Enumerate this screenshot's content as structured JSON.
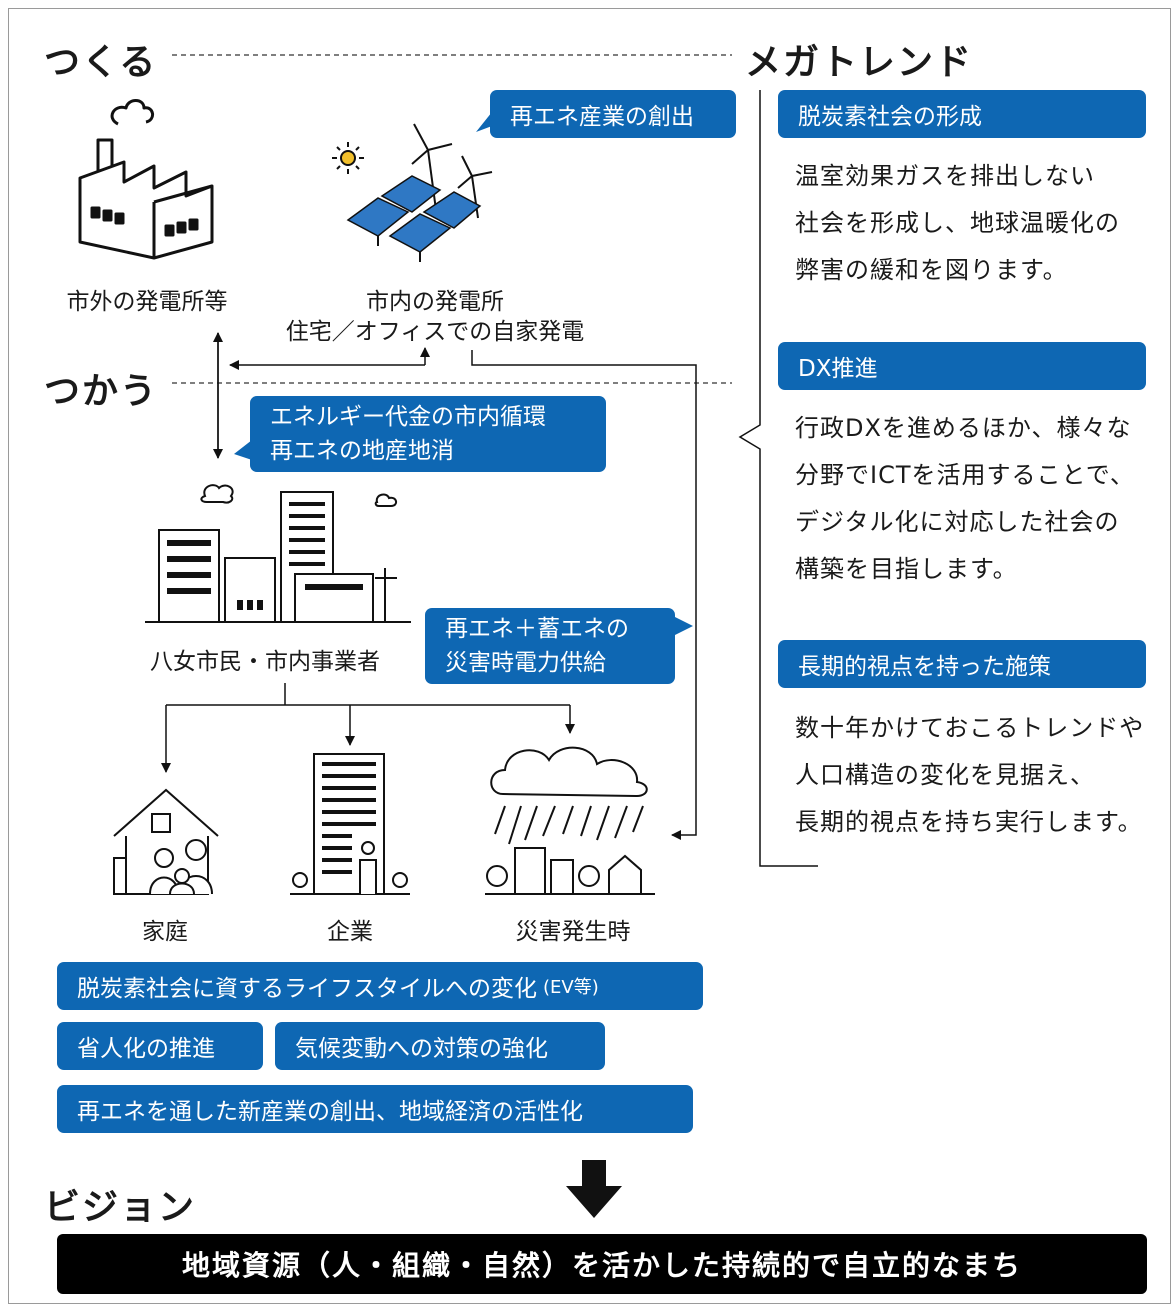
{
  "headings": {
    "tsukuru": "つくる",
    "megatrend": "メガトレンド",
    "tsukau": "つかう",
    "vision": "ビジョン"
  },
  "create": {
    "callout": "再エネ産業の創出",
    "outside_plant": "市外の発電所等",
    "city_plant": "市内の発電所",
    "self_generation": "住宅／オフィスでの自家発電"
  },
  "use": {
    "callout_circulation": [
      "エネルギー代金の市内循環",
      "再エネの地産地消"
    ],
    "citizens": "八女市民・市内事業者",
    "callout_storage": [
      "再エネ＋蓄エネの",
      "災害時電力供給"
    ],
    "home": "家庭",
    "company": "企業",
    "disaster": "災害発生時"
  },
  "outcomes": {
    "lifestyle": "脱炭素社会に資するライフスタイルへの変化",
    "lifestyle_note": "(EV等)",
    "labor_saving": "省人化の推進",
    "climate": "気候変動への対策の強化",
    "industry": "再エネを通した新産業の創出、地域経済の活性化"
  },
  "megatrends": [
    {
      "title": "脱炭素社会の形成",
      "lines": [
        "温室効果ガスを排出しない",
        "社会を形成し、地球温暖化の",
        "弊害の緩和を図ります。"
      ]
    },
    {
      "title": "DX推進",
      "lines": [
        "行政DXを進めるほか、様々な",
        "分野でICTを活用することで、",
        "デジタル化に対応した社会の",
        "構築を目指します。"
      ]
    },
    {
      "title": "長期的視点を持った施策",
      "lines": [
        "数十年かけておこるトレンドや",
        "人口構造の変化を見据え、",
        "長期的視点を持ち実行します。"
      ]
    }
  ],
  "vision_statement": "地域資源（人・組織・自然）を活かした持続的で自立的なまち",
  "icons": [
    "factory-icon",
    "solar-wind-icon",
    "city-buildings-icon",
    "family-house-icon",
    "office-tower-icon",
    "storm-icon",
    "down-arrow-icon"
  ],
  "colors": {
    "accent": "#0e67b3",
    "vision_bg": "#000000"
  }
}
